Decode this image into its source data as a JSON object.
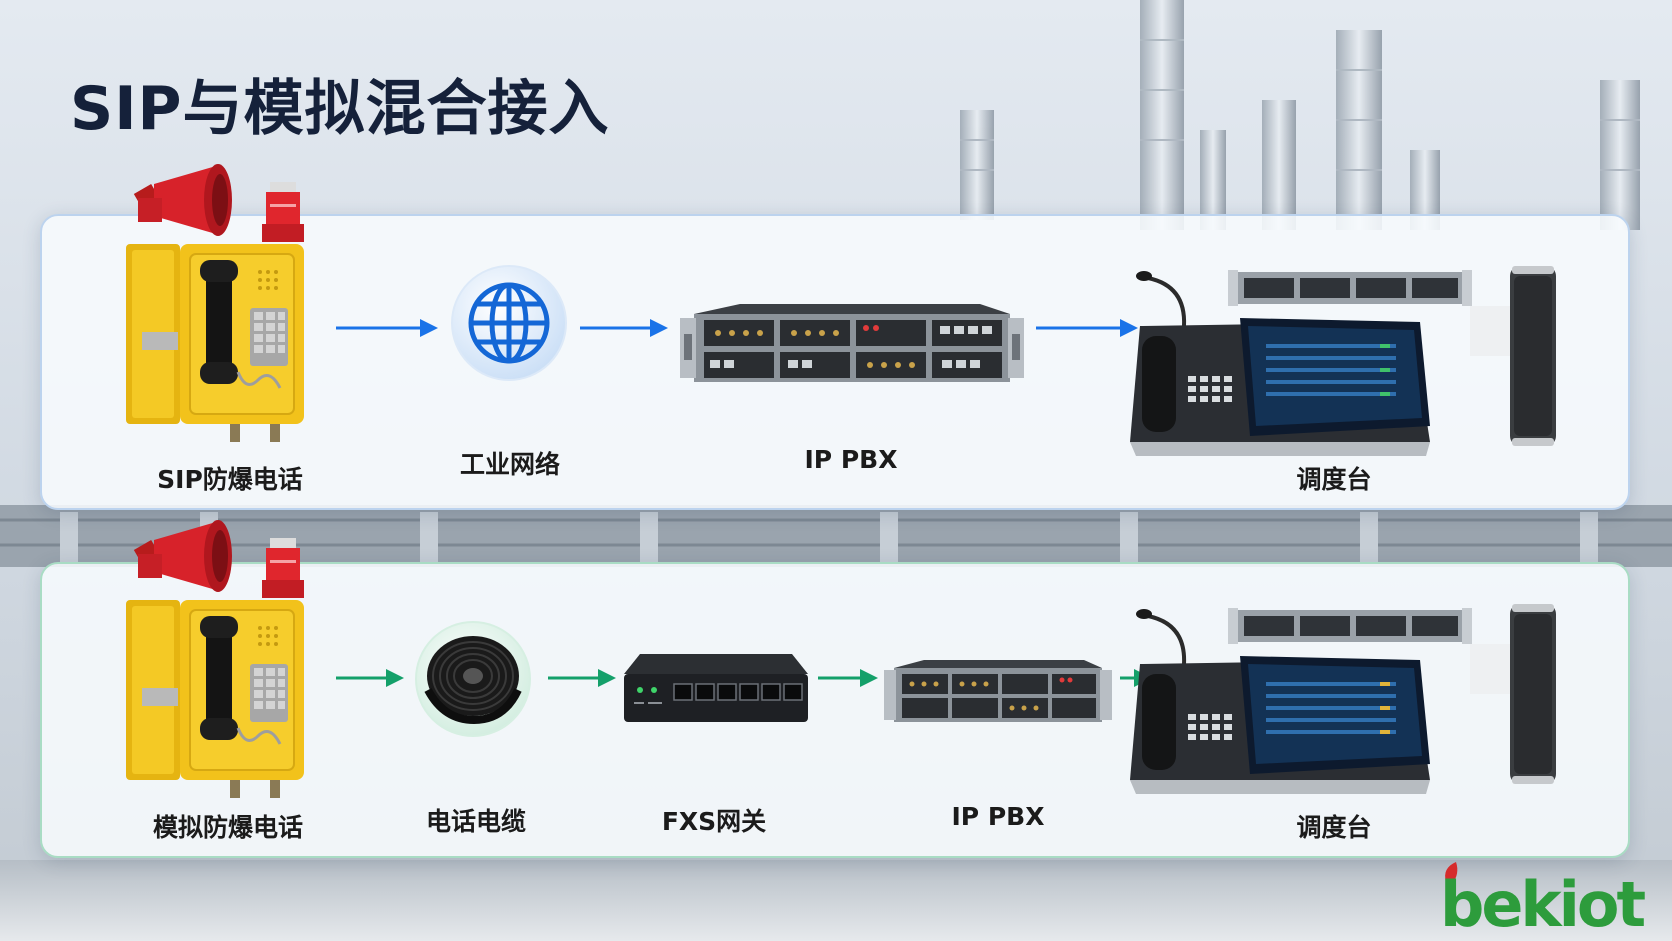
{
  "title": "SIP与模拟混合接入",
  "colors": {
    "sip_arrow": "#1a73e8",
    "analog_arrow": "#14a06a",
    "logo_green": "#2d9c3c",
    "logo_red": "#d62b2b",
    "phone_yellow": "#f2c21b",
    "horn_red": "#d7222a"
  },
  "rows": [
    {
      "name": "sip",
      "nodes": [
        {
          "label": "SIP防爆电话",
          "icon": "explosion-proof-phone-icon"
        },
        {
          "label": "工业网络",
          "icon": "globe-icon"
        },
        {
          "label": "IP PBX",
          "icon": "rack-server-icon"
        },
        {
          "label": "调度台",
          "icon": "dispatch-console-icon"
        }
      ]
    },
    {
      "name": "analog",
      "nodes": [
        {
          "label": "模拟防爆电话",
          "icon": "explosion-proof-phone-icon"
        },
        {
          "label": "电话电缆",
          "icon": "cable-reel-icon"
        },
        {
          "label": "FXS网关",
          "icon": "network-gateway-icon"
        },
        {
          "label": "IP PBX",
          "icon": "rack-server-icon"
        },
        {
          "label": "调度台",
          "icon": "dispatch-console-icon"
        }
      ]
    }
  ],
  "logo": {
    "text": "bekiot"
  }
}
